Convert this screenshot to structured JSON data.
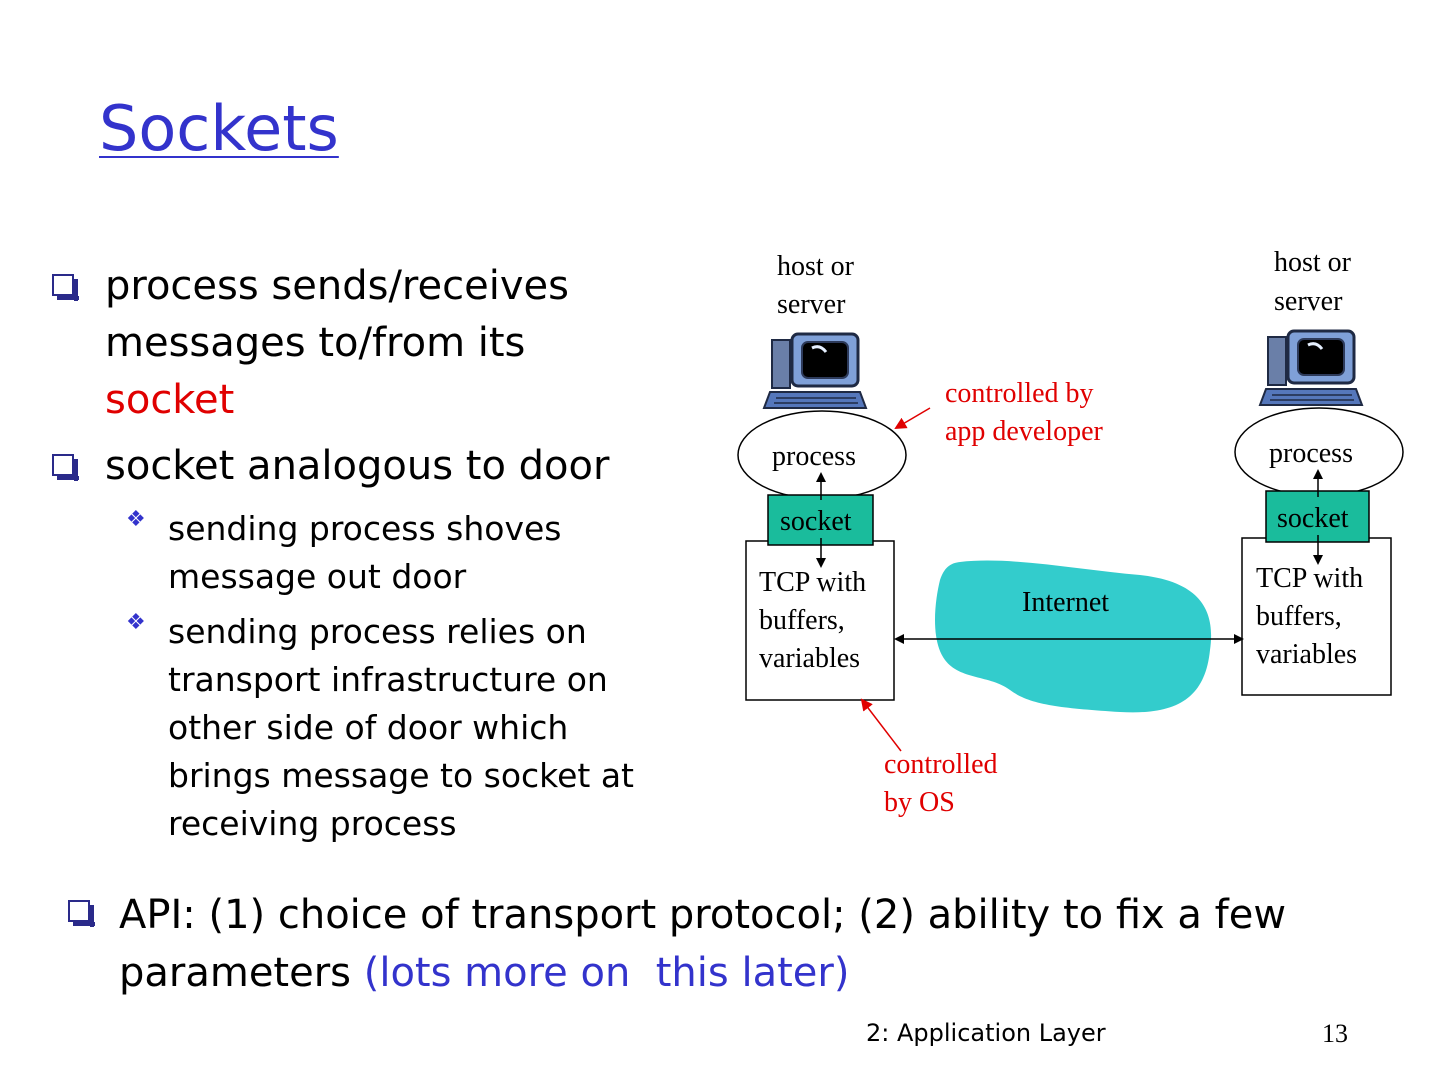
{
  "slide": {
    "title": "Sockets",
    "bullets": [
      {
        "line1": "process sends/receives",
        "line2": "messages to/from its",
        "line3_red": "socket"
      },
      {
        "text": "socket analogous to door"
      }
    ],
    "sub_bullets": [
      {
        "lines": [
          "sending process shoves",
          "message out door"
        ]
      },
      {
        "lines": [
          "sending process relies on",
          "transport infrastructure on",
          "other side of door which",
          "brings message to socket at",
          "receiving process"
        ]
      }
    ],
    "api": {
      "line1": "API: (1) choice of transport protocol; (2) ability to fix a few",
      "line2_black": "parameters ",
      "line2_blue": "(lots more on  this later)"
    },
    "footer": {
      "chapter": "2: Application Layer",
      "page": "13"
    }
  },
  "diagram": {
    "left_host": {
      "line1": "host or",
      "line2": "server",
      "process": "process",
      "socket": "socket",
      "tcp1": "TCP with",
      "tcp2": "buffers,",
      "tcp3": "variables"
    },
    "right_host": {
      "line1": "host or",
      "line2": "server",
      "process": "process",
      "socket": "socket",
      "tcp1": "TCP with",
      "tcp2": "buffers,",
      "tcp3": "variables"
    },
    "internet": "Internet",
    "app_note": {
      "line1": "controlled by",
      "line2": "app developer"
    },
    "os_note": {
      "line1": "controlled",
      "line2": "by OS"
    },
    "colors": {
      "socket_fill": "#1abc9c",
      "internet_fill": "#33cccc",
      "annotation": "#e00000",
      "title": "#3333cc"
    },
    "icons": [
      "computer-icon",
      "computer-icon"
    ]
  }
}
